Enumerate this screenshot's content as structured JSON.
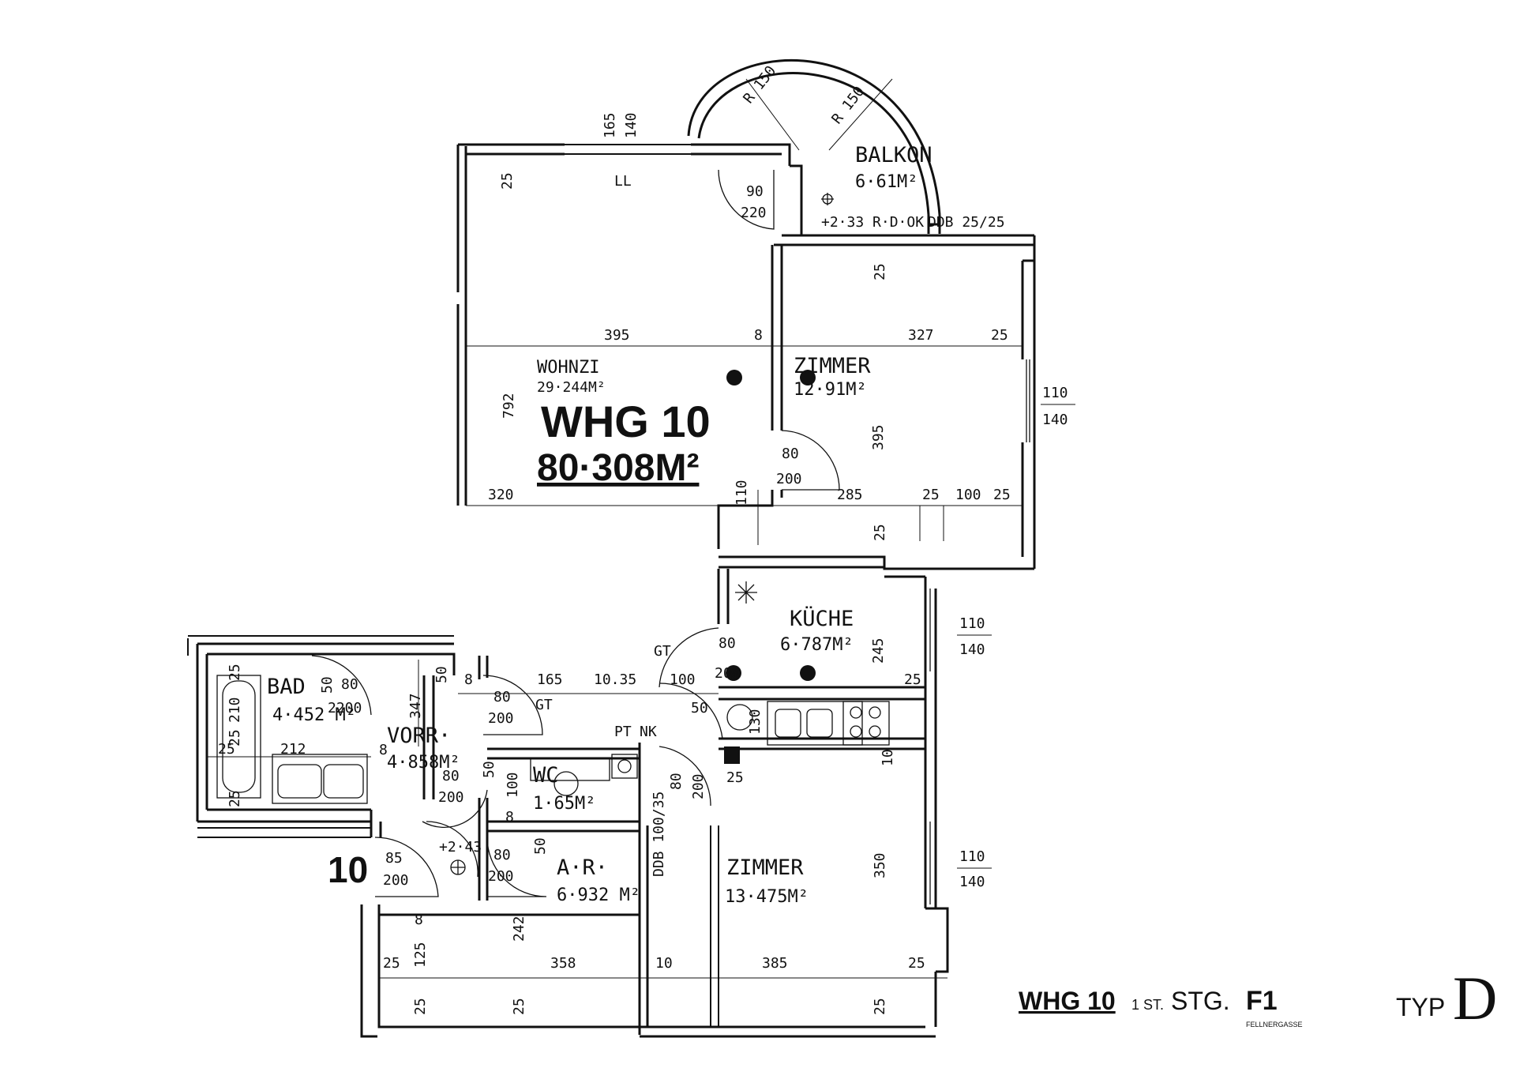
{
  "plan": {
    "unit_label": "WHG 10",
    "unit_area": "80·308M²",
    "unit_number": "10",
    "footer_unit": "WHG 10",
    "footer_floor": "1 ST.",
    "footer_stair": "STG.",
    "footer_block": "F1",
    "footer_street": "FELLNERGASSE",
    "footer_type_label": "TYP",
    "footer_type_letter": "D"
  },
  "rooms": {
    "wohnzi_name": "WOHNZI",
    "wohnzi_area": "29·244M²",
    "zimmer1_name": "ZIMMER",
    "zimmer1_area": "12·91M²",
    "balkon_name": "BALKON",
    "balkon_area": "6·61M²",
    "balkon_level": "+2·33 R·D·OK",
    "kueche_name": "KÜCHE",
    "kueche_area": "6·787M²",
    "bad_name": "BAD",
    "bad_area": "4·452 M²",
    "vorr_name": "VORR·",
    "vorr_area": "4·858M²",
    "wc_name": "WC",
    "wc_area": "1·65M²",
    "ar_name": "A·R·",
    "ar_area": "6·932 M²",
    "zimmer2_name": "ZIMMER",
    "zimmer2_area": "13·475M²",
    "entry_level": "+2·43"
  },
  "labels": {
    "ll": "LL",
    "r150a": "R 150",
    "r150b": "R 150",
    "ddb_top": "DDB 25/25",
    "ddb_side": "DDB 100/35",
    "gt1": "GT",
    "gt2": "GT",
    "pt": "PT",
    "nk": "NK"
  },
  "dims": {
    "d165": "165",
    "d140top": "140",
    "d90": "90",
    "d220": "220",
    "d25a": "25",
    "d25b": "25",
    "d395a": "395",
    "d8a": "8",
    "d327": "327",
    "d25c": "25",
    "d110a": "110",
    "d140a": "140",
    "d792": "792",
    "d395b": "395",
    "d80a": "80",
    "d200a": "200",
    "d110v": "110",
    "d320": "320",
    "d285": "285",
    "d25d": "25",
    "d100": "100",
    "d25e": "25",
    "d25f": "25",
    "d110b": "110",
    "d140b": "140",
    "d245": "245",
    "d80b": "80",
    "d200b": "200",
    "d8b": "8",
    "d165b": "165",
    "d1035": "10.35",
    "d100b": "100",
    "d25g": "25",
    "d50a": "50",
    "d130": "130",
    "d25bath": "25",
    "d50bath": "50",
    "d80bath": "80",
    "d200bath": "2200",
    "d210": "210",
    "d25v": "25",
    "d25h": "25",
    "d212": "212",
    "d25bot": "25",
    "d347": "347",
    "d50c": "50",
    "d8c": "8",
    "d80c": "80",
    "d200c": "200",
    "d8d": "8",
    "d80d": "80",
    "d200d": "200",
    "d50d": "50",
    "d100c": "100",
    "d8e": "8",
    "d80e": "80",
    "d200e": "200",
    "d10": "10",
    "d25k": "25",
    "d85": "85",
    "d200f": "200",
    "d80f": "80",
    "d200g": "200",
    "d50e": "50",
    "d350": "350",
    "d110c": "110",
    "d140c": "140",
    "d8f": "8",
    "d125": "125",
    "d242": "242",
    "d25l": "25",
    "d358": "358",
    "d10b": "10",
    "d385": "385",
    "d25m": "25",
    "d25n": "25",
    "d25o": "25",
    "d25p": "25"
  }
}
